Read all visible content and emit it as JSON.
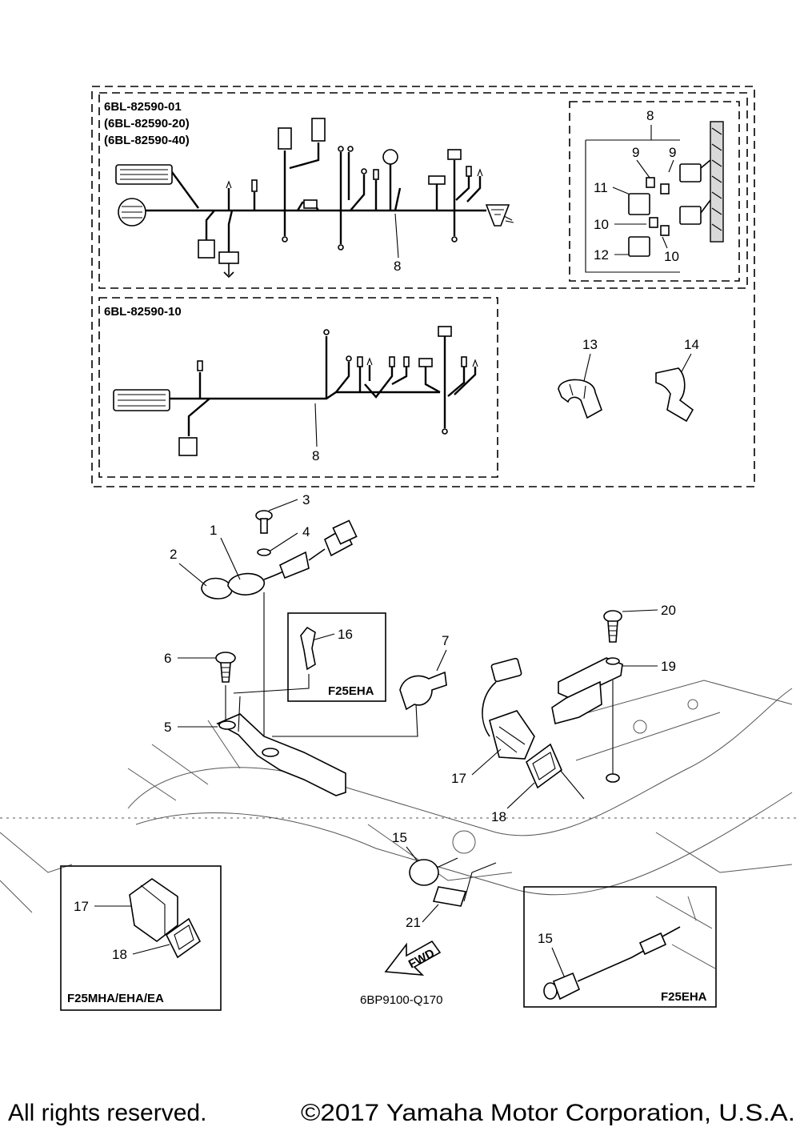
{
  "harness_box_a": {
    "part_numbers": [
      "6BL-82590-01",
      "(6BL-82590-20)",
      "(6BL-82590-40)"
    ]
  },
  "harness_box_b": {
    "part_number": "6BL-82590-10"
  },
  "callouts": {
    "c1": "1",
    "c2": "2",
    "c3": "3",
    "c4": "4",
    "c5": "5",
    "c6": "6",
    "c7": "7",
    "c8a": "8",
    "c8b": "8",
    "c8c": "8",
    "c9a": "9",
    "c9b": "9",
    "c10a": "10",
    "c10b": "10",
    "c11": "11",
    "c12": "12",
    "c13": "13",
    "c14": "14",
    "c15a": "15",
    "c15b": "15",
    "c16": "16",
    "c17a": "17",
    "c17b": "17",
    "c18a": "18",
    "c18b": "18",
    "c19": "19",
    "c20": "20",
    "c21": "21"
  },
  "model_labels": {
    "f25eha_clip": "F25EHA",
    "f25mha_eha_ea": "F25MHA/EHA/EA",
    "f25eha_switch": "F25EHA"
  },
  "fwd_arrow": "FWD",
  "diagram_code": "6BP9100-Q170",
  "footer": {
    "rights": "All rights reserved.",
    "copyright": "©2017 Yamaha Motor Corporation, U.S.A."
  }
}
